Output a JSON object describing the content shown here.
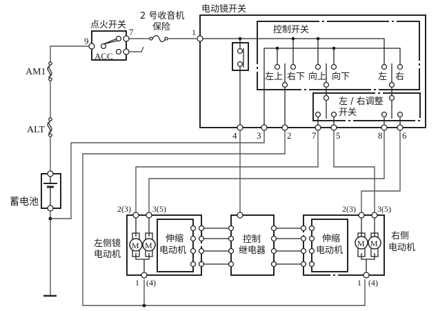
{
  "diagram": {
    "title": "电动镜开关",
    "ignition_switch": {
      "label": "点火开关",
      "acc_label": "ACC",
      "terminal_in": "9",
      "terminal_out": "7"
    },
    "radio_fuse": {
      "label_line1": "2 号收音机",
      "label_line2": "保险"
    },
    "fuses": {
      "am1": "AM1",
      "alt": "ALT"
    },
    "battery": {
      "label": "蓄电池"
    },
    "mirror_switch": {
      "input_terminal": "1",
      "control_switch_label": "控制开关",
      "contacts": {
        "left_up": "左上",
        "right_down": "右下",
        "up": "向上",
        "down": "向下",
        "left": "左",
        "right": "右"
      },
      "lr_switch_label_line1": "左 / 右调整",
      "lr_switch_label_line2": "开关",
      "bottom_terminals": [
        "4",
        "3",
        "2",
        "7",
        "5",
        "8",
        "6"
      ]
    },
    "left_motor": {
      "label_line1": "左侧镜",
      "label_line2": "电动机",
      "terminal_a": "2(3)",
      "terminal_b": "3(5)",
      "terminal_common": "1",
      "terminal_common_alt": "(4)",
      "motor_glyph": "M"
    },
    "left_retract": {
      "label_line1": "伸缩",
      "label_line2": "电动机"
    },
    "relay": {
      "label_line1": "控制",
      "label_line2": "继电器"
    },
    "right_retract": {
      "label_line1": "伸缩",
      "label_line2": "电动机"
    },
    "right_motor": {
      "label_line1": "右侧",
      "label_line2": "电动机",
      "terminal_a": "2(3)",
      "terminal_b": "3(5)",
      "terminal_common": "1",
      "terminal_common_alt": "(4)",
      "motor_glyph": "M"
    }
  }
}
